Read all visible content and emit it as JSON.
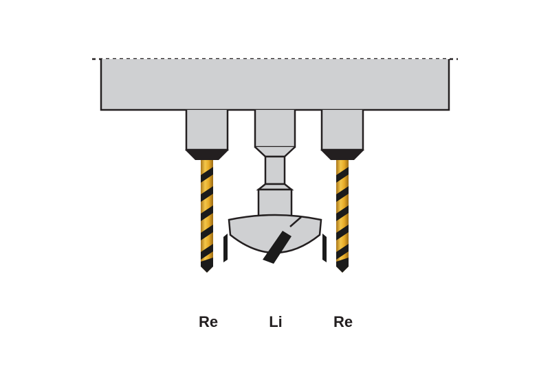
{
  "labels": {
    "left": "Re",
    "center": "Li",
    "right": "Re"
  },
  "colors": {
    "body": "#cfd0d2",
    "outline": "#231f20",
    "drill_gold": "#e0a722",
    "drill_black": "#1b1b1b"
  },
  "icons": {
    "left_tool": "twist-drill-icon",
    "center_tool": "forstner-bit-icon",
    "right_tool": "twist-drill-icon"
  }
}
